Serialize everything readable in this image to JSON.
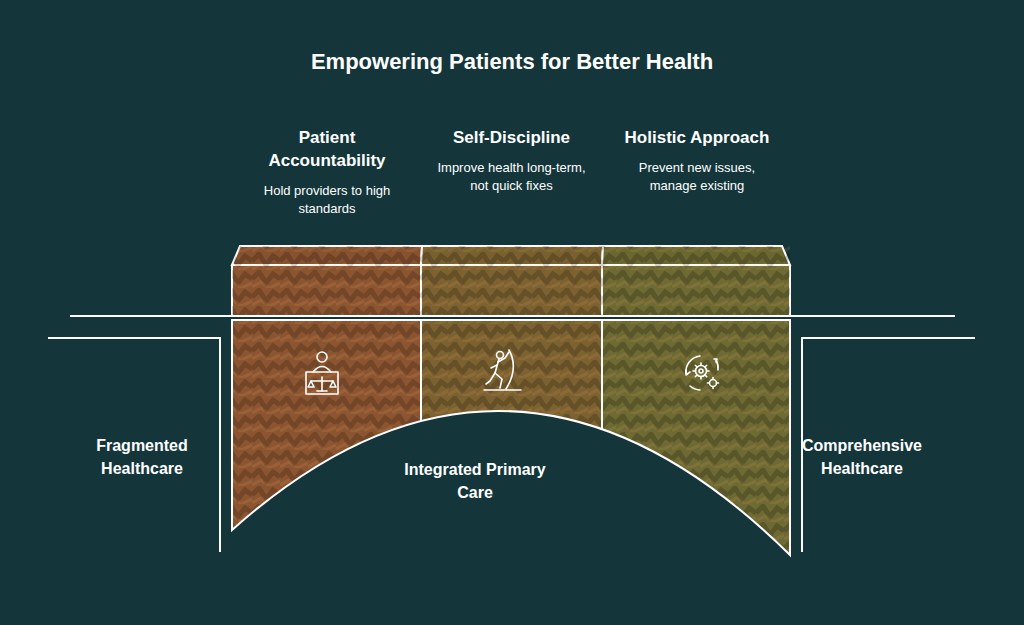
{
  "diagram": {
    "title": "Empowering Patients for Better Health",
    "nodes": [
      {
        "text": [
          "Patient Accountability",
          "Hold providers to high standards"
        ]
      },
      {
        "text": [
          "Self-Discipline",
          "Improve health long-term, not quick fixes"
        ]
      },
      {
        "text": [
          "Holistic Approach",
          "Prevent new issues, manage existing"
        ]
      }
    ],
    "labels": [
      "Fragmented Healthcare",
      "Integrated Primary Care",
      "Comprehensive Healthcare"
    ]
  }
}
